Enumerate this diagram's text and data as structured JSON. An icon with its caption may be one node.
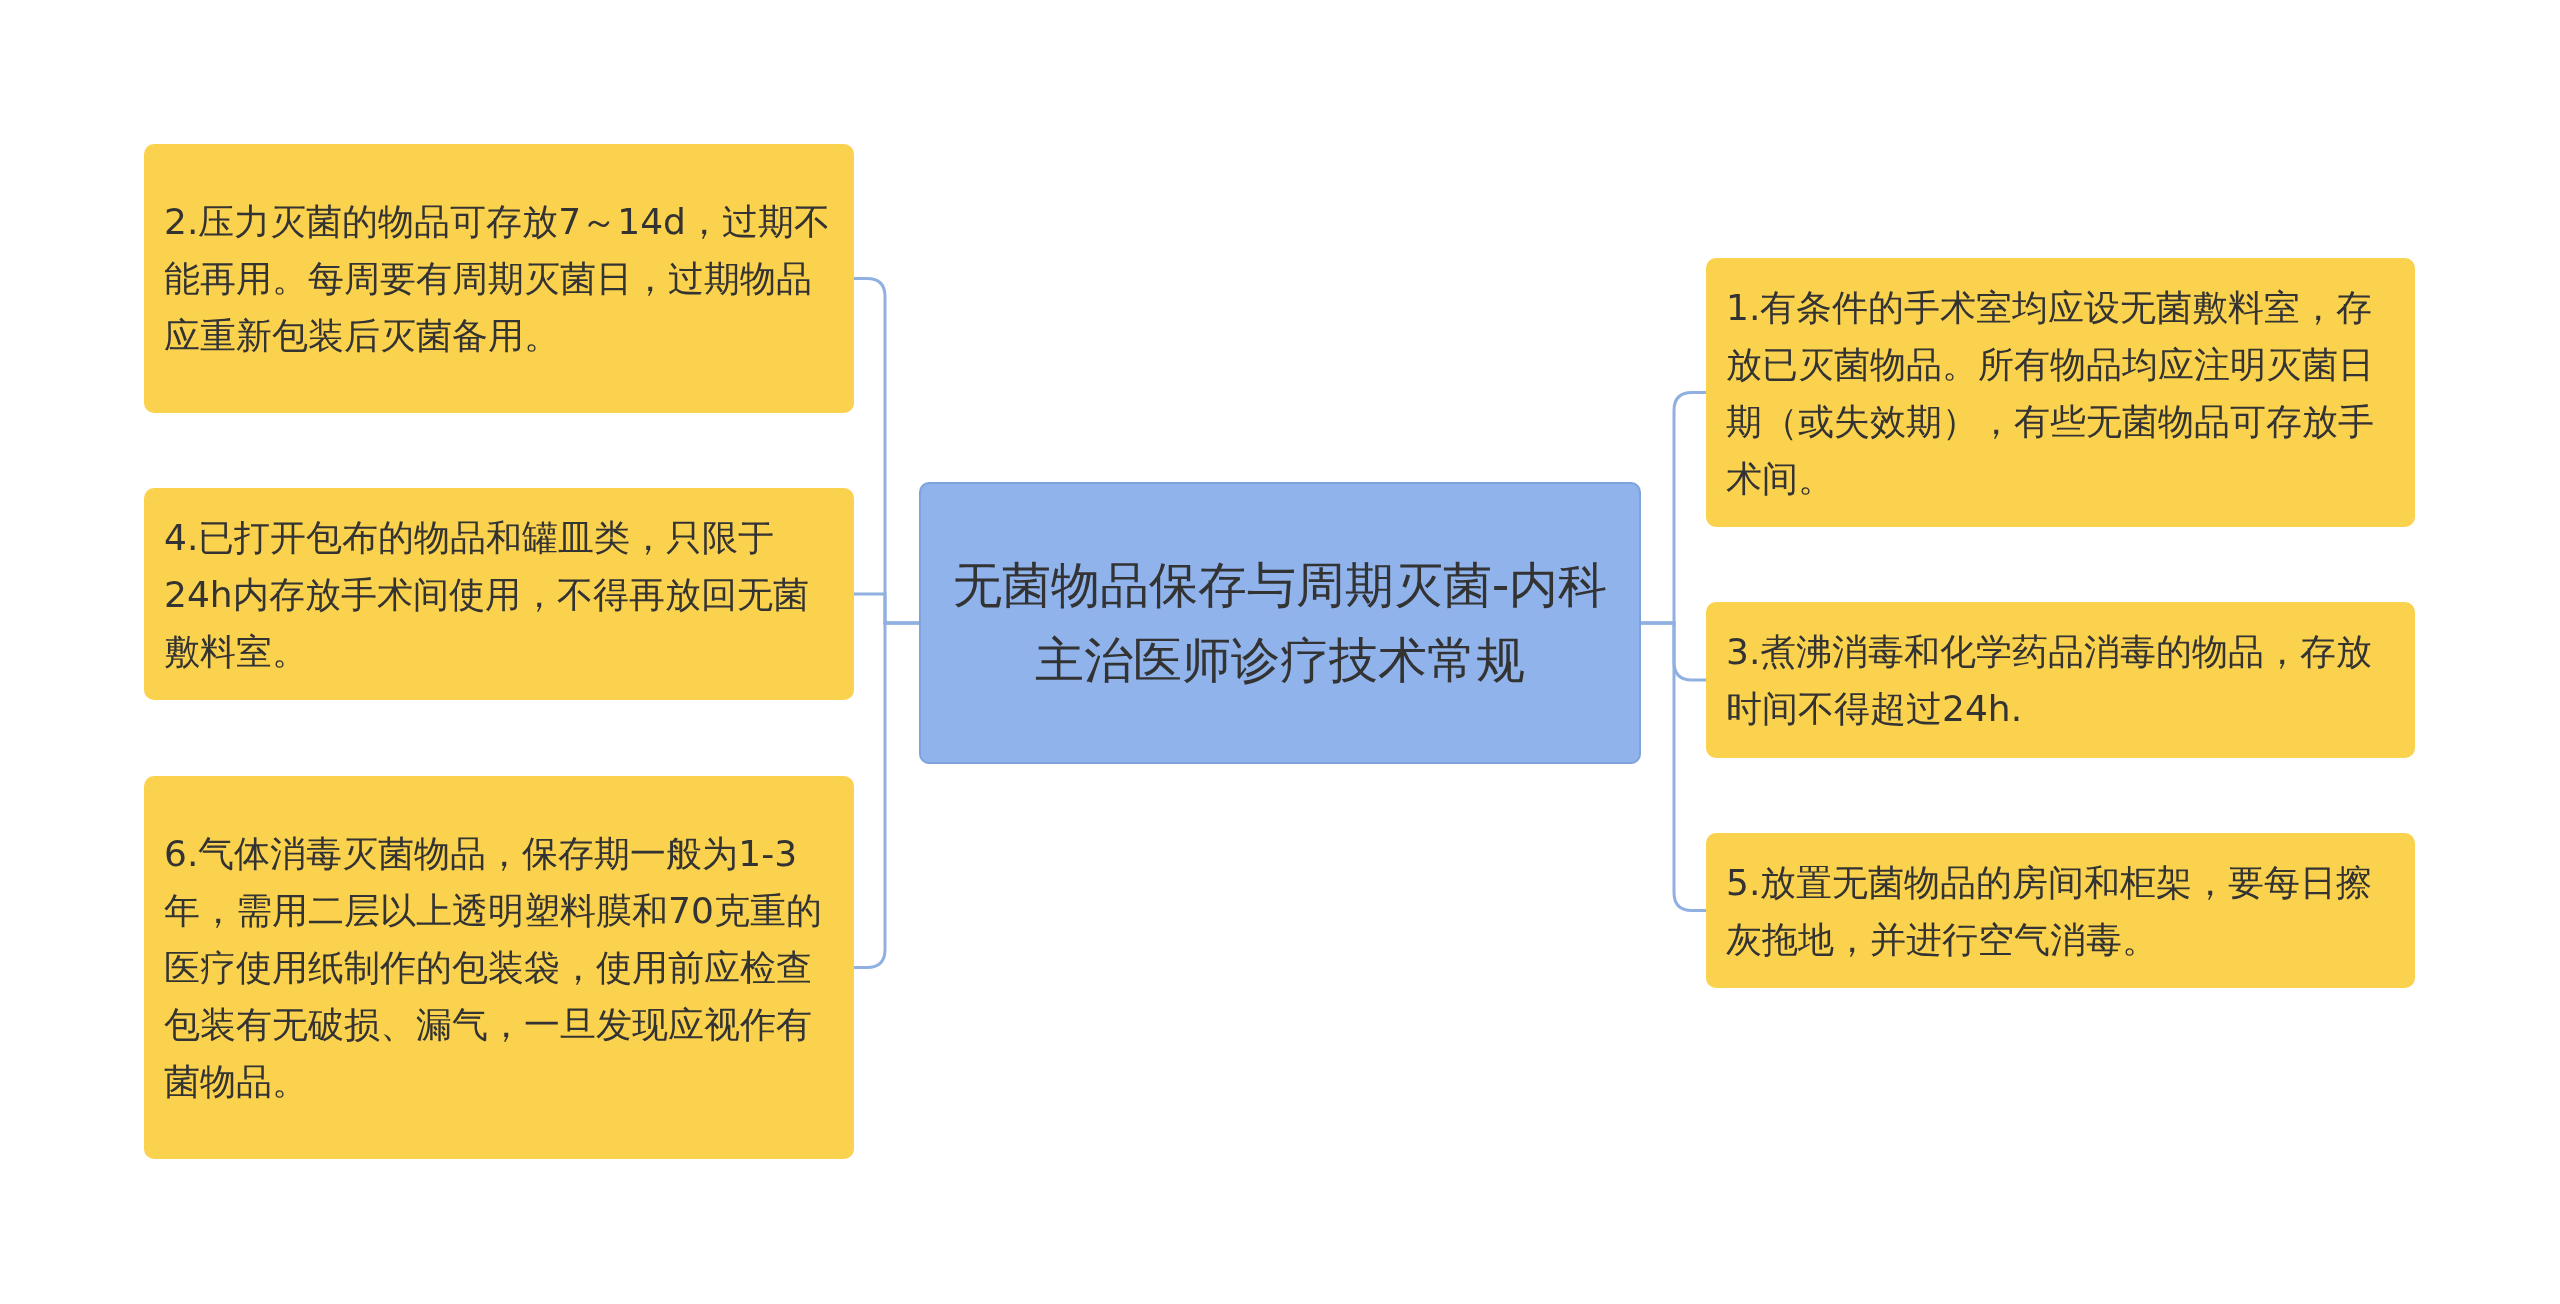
{
  "diagram": {
    "nodes": [
      {
        "text": [
          "无菌物品保存与周期灭菌-内科主治医师诊疗技术常规"
        ]
      },
      {
        "text": [
          "2.压力灭菌的物品可存放7～14d，过期不能再用。每周要有周期灭菌日，过期物品应重新包装后灭菌备用。"
        ]
      },
      {
        "text": [
          "4.已打开包布的物品和罐皿类，只限于24h内存放手术间使用，不得再放回无菌敷料室。"
        ]
      },
      {
        "text": [
          "6.气体消毒灭菌物品，保存期一般为1-3年，需用二层以上透明塑料膜和70克重的医疗使用纸制作的包装袋，使用前应检查包装有无破损、漏气，一旦发现应视作有菌物品。"
        ]
      },
      {
        "text": [
          "1.有条件的手术室均应设无菌敷料室，存放已灭菌物品。所有物品均应注明灭菌日期（或失效期），有些无菌物品可存放手术间。"
        ]
      },
      {
        "text": [
          "3.煮沸消毒和化学药品消毒的物品，存放时间不得超过24h."
        ]
      },
      {
        "text": [
          "5.放置无菌物品的房间和柜架，要每日擦灰拖地，并进行空气消毒。"
        ]
      }
    ],
    "edges": [
      {
        "from": 0,
        "to": 1,
        "arrow": "none"
      },
      {
        "from": 0,
        "to": 2,
        "arrow": "none"
      },
      {
        "from": 0,
        "to": 3,
        "arrow": "none"
      },
      {
        "from": 0,
        "to": 4,
        "arrow": "none"
      },
      {
        "from": 0,
        "to": 5,
        "arrow": "none"
      },
      {
        "from": 0,
        "to": 6,
        "arrow": "none"
      }
    ]
  }
}
